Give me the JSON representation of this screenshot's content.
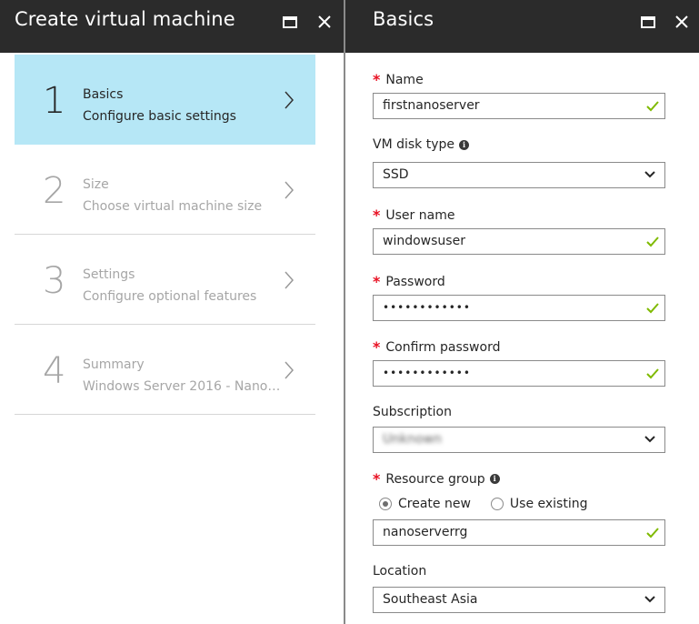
{
  "left_blade": {
    "title": "Create virtual machine",
    "steps": [
      {
        "number": "1",
        "title": "Basics",
        "subtitle": "Configure basic settings",
        "active": true
      },
      {
        "number": "2",
        "title": "Size",
        "subtitle": "Choose virtual machine size",
        "active": false
      },
      {
        "number": "3",
        "title": "Settings",
        "subtitle": "Configure optional features",
        "active": false
      },
      {
        "number": "4",
        "title": "Summary",
        "subtitle": "Windows Server 2016 - Nano S...",
        "active": false
      }
    ]
  },
  "right_blade": {
    "title": "Basics",
    "name": {
      "label": "Name",
      "value": "firstnanoserver"
    },
    "disk_type": {
      "label": "VM disk type",
      "value": "SSD"
    },
    "user_name": {
      "label": "User name",
      "value": "windowsuser"
    },
    "password": {
      "label": "Password",
      "value": "••••••••••••"
    },
    "confirm_password": {
      "label": "Confirm password",
      "value": "••••••••••••"
    },
    "subscription": {
      "label": "Subscription",
      "value": "Unknown"
    },
    "resource_group": {
      "label": "Resource group",
      "option_new": "Create new",
      "option_existing": "Use existing",
      "selected": "Create new",
      "value": "nanoserverrg"
    },
    "location": {
      "label": "Location",
      "value": "Southeast Asia"
    }
  },
  "icons": {
    "maximize": "maximize-icon",
    "close": "close-icon",
    "chevron_right": "chevron-right-icon",
    "chevron_down": "chevron-down-icon",
    "check": "check-icon",
    "info": "info-icon"
  },
  "colors": {
    "header_bg": "#2b2b2b",
    "active_step_bg": "#b6e7f6",
    "required": "#e81123",
    "valid_check": "#7fba00"
  }
}
